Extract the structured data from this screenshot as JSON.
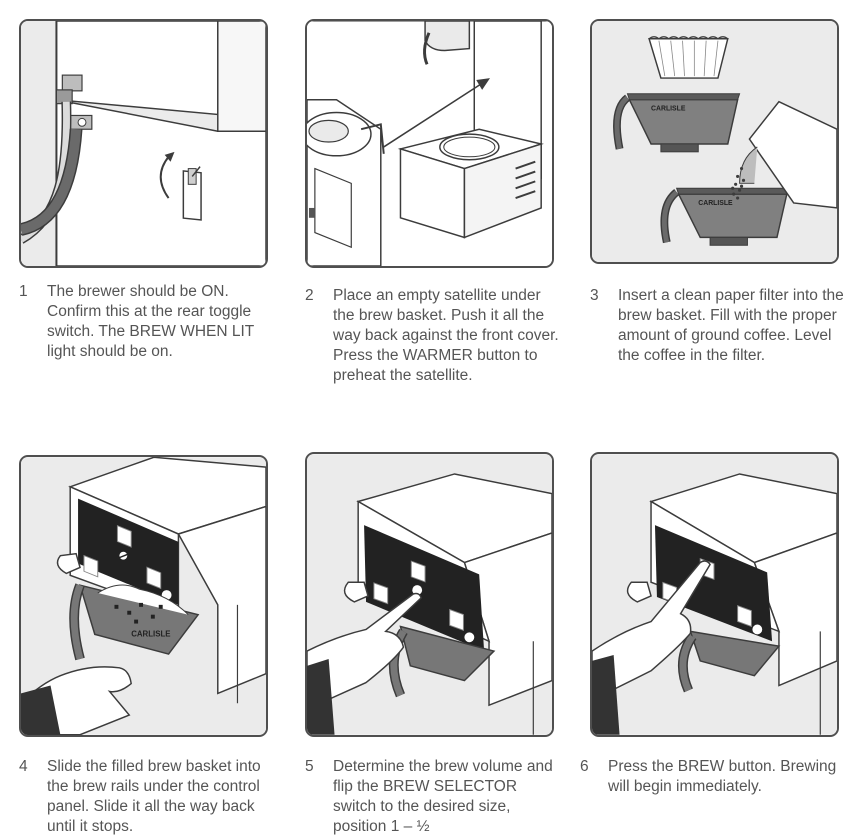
{
  "steps": [
    {
      "number": "1",
      "text": "The brewer should be ON. Confirm this at the rear toggle switch. The BREW WHEN LIT light should be on.",
      "illustration": "rear-toggle-switch"
    },
    {
      "number": "2",
      "text": "Place an empty satellite under the brew basket. Push it all the way back against the front cover. Press the WARMER button to preheat the satellite.",
      "illustration": "satellite-placement"
    },
    {
      "number": "3",
      "text": "Insert a clean paper filter into the brew basket. Fill with the proper amount of ground coffee. Level the coffee in the filter.",
      "illustration": "filter-and-grounds"
    },
    {
      "number": "4",
      "text": "Slide the filled brew basket into the brew rails under the control panel. Slide it all the way back until it stops.",
      "illustration": "slide-brew-basket"
    },
    {
      "number": "5",
      "text": "Determine the brew volume and flip the BREW SELECTOR switch to the desired size, position 1 – ½",
      "illustration": "brew-selector-switch"
    },
    {
      "number": "6",
      "text": "Press the BREW button. Brewing will begin immediately.",
      "illustration": "press-brew-button"
    }
  ],
  "basket_brand": "CARLISLE",
  "colors": {
    "line": "#3c3c3c",
    "panel_bg": "#ebebeb",
    "dark_panel": "#222222",
    "hose": "#6a6a6a",
    "basket": "#777777"
  }
}
